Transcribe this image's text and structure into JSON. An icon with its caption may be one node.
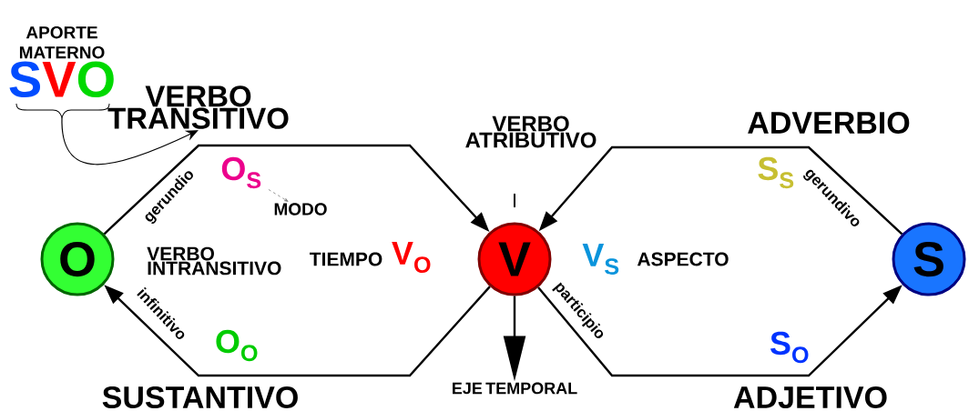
{
  "diagram": {
    "nodes": [
      {
        "text": [
          "APORTE MATERNO",
          "S",
          "V",
          "O"
        ]
      },
      {
        "text": [
          "VERBO TRANSITIVO"
        ]
      },
      {
        "text": [
          "O"
        ]
      },
      {
        "text": [
          "V"
        ]
      },
      {
        "text": [
          "S"
        ]
      },
      {
        "text": [
          "O$_{S}$"
        ]
      },
      {
        "text": [
          "MODO"
        ]
      },
      {
        "text": [
          "EJE TEMPORAL"
        ]
      }
    ],
    "edges": [
      {
        "from": 0,
        "to": 1,
        "arrow": "to"
      },
      {
        "from": 2,
        "to": 3,
        "arrow": "to",
        "label": "gerundio"
      },
      {
        "from": 3,
        "to": 2,
        "arrow": "to",
        "label": "infinitivo"
      },
      {
        "from": 4,
        "to": 3,
        "arrow": "to",
        "label": "gerundivo"
      },
      {
        "from": 3,
        "to": 4,
        "arrow": "to",
        "label": "participio"
      },
      {
        "from": 5,
        "to": 6,
        "arrow": "to",
        "style": "dashed",
        "color": "#808080"
      },
      {
        "from": 3,
        "to": 7,
        "arrow": "to"
      }
    ],
    "labels": [
      "VERBO ATRIBUTIVO",
      "ADVERBIO",
      "VERBO INTRANSITIVO",
      "TIEMPO",
      "V$_{O}$",
      "V$_{S}$",
      "ASPECTO",
      "S$_{S}$",
      "O$_{O}$",
      "S$_{O}$",
      "SUSTANTIVO",
      "ADJETIVO"
    ]
  }
}
